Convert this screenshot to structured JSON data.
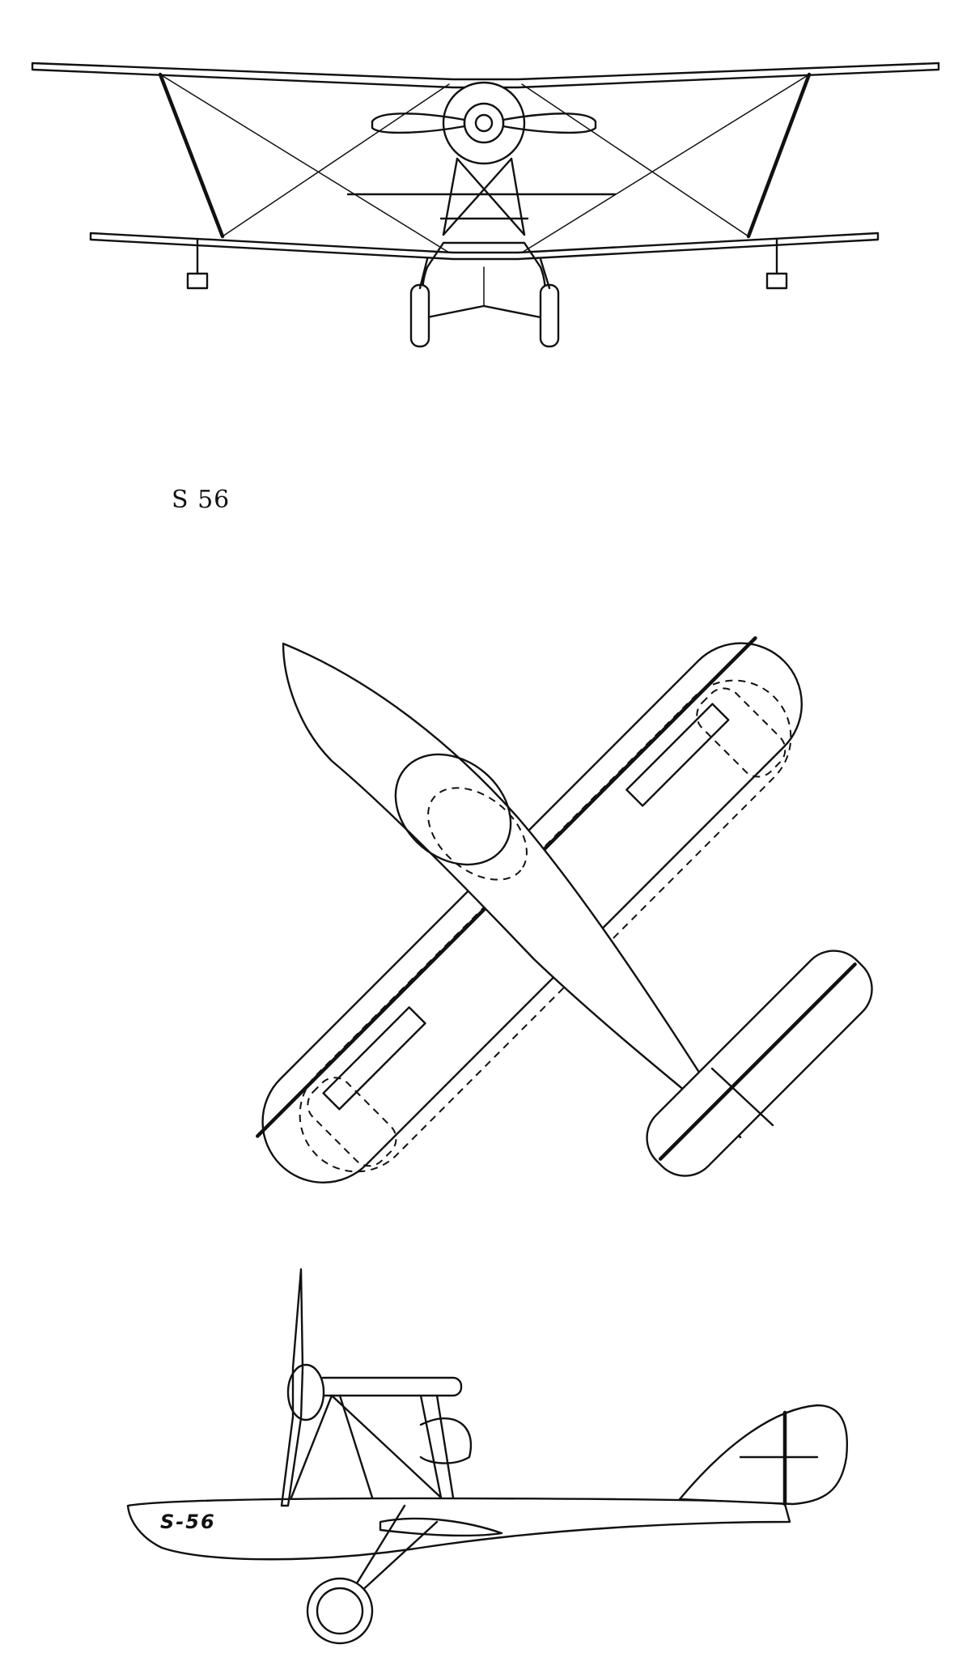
{
  "labels": {
    "designation": "S 56",
    "hull_marking": "S-56"
  },
  "views": [
    {
      "id": "front",
      "name": "front-view"
    },
    {
      "id": "plan",
      "name": "plan-view"
    },
    {
      "id": "side",
      "name": "side-view"
    }
  ],
  "colors": {
    "ink": "#111111",
    "paper": "#ffffff"
  }
}
